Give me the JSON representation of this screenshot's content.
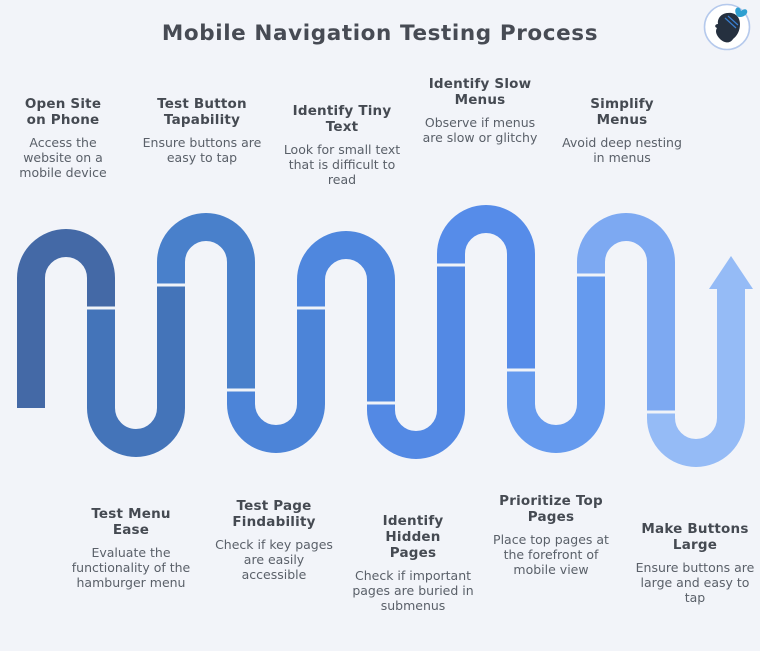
{
  "header": {
    "title": "Mobile Navigation Testing Process",
    "logo": "head-with-butterfly-logo"
  },
  "palette": {
    "background": "#f2f4f9",
    "title_text": "#474b54",
    "step_title_text": "#454a52",
    "step_desc_text": "#5a6069",
    "divider": "#f0f3f8",
    "logo_border": "#b5c9ec",
    "logo_silhouette": "#25303f",
    "logo_butterfly": "#2e9fd0"
  },
  "steps": [
    {
      "order": 1,
      "position": "top",
      "title": "Open Site on Phone",
      "description": "Access the website on a mobile device",
      "color": "#4469A6"
    },
    {
      "order": 2,
      "position": "bottom",
      "title": "Test Menu Ease",
      "description": "Evaluate the functionality of the hamburger menu",
      "color": "#4474B9"
    },
    {
      "order": 3,
      "position": "top",
      "title": "Test Button Tapability",
      "description": "Ensure buttons are easy to tap",
      "color": "#4980CB"
    },
    {
      "order": 4,
      "position": "bottom",
      "title": "Test Page Findability",
      "description": "Check if key pages are easily accessible",
      "color": "#4C84D8"
    },
    {
      "order": 5,
      "position": "top",
      "title": "Identify Tiny Text",
      "description": "Look for small text that is difficult to read",
      "color": "#4F87DE"
    },
    {
      "order": 6,
      "position": "bottom",
      "title": "Identify Hidden Pages",
      "description": "Check if important pages are buried in submenus",
      "color": "#5389E4"
    },
    {
      "order": 7,
      "position": "top",
      "title": "Identify Slow Menus",
      "description": "Observe if menus are slow or glitchy",
      "color": "#568CE9"
    },
    {
      "order": 8,
      "position": "bottom",
      "title": "Prioritize Top Pages",
      "description": "Place top pages at the forefront of mobile view",
      "color": "#659AEE"
    },
    {
      "order": 9,
      "position": "top",
      "title": "Simplify Menus",
      "description": "Avoid deep nesting in menus",
      "color": "#7DA9F2"
    },
    {
      "order": 10,
      "position": "bottom",
      "title": "Make Buttons Large",
      "description": "Ensure buttons are large and easy to tap",
      "color": "#95BBF6"
    }
  ]
}
